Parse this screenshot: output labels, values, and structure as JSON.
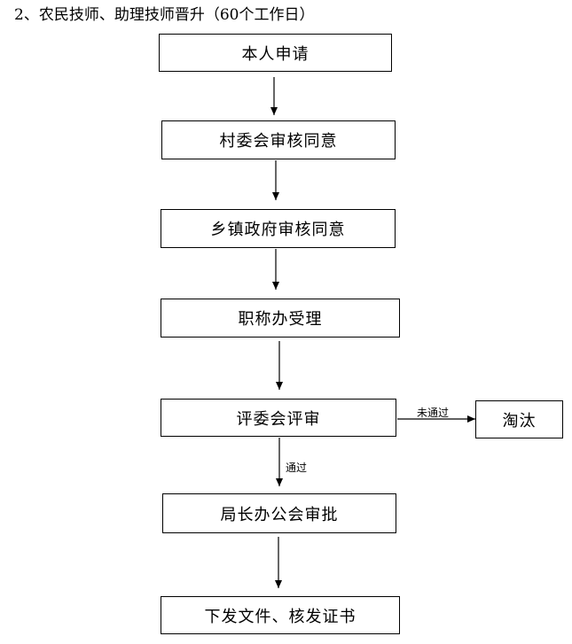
{
  "title": "2、农民技师、助理技师晋升（60个工作日）",
  "nodes": {
    "apply": "本人申请",
    "village": "村委会审核同意",
    "town": "乡镇政府审核同意",
    "office": "职称办受理",
    "committee": "评委会评审",
    "eliminate": "淘汰",
    "director": "局长办公会审批",
    "issue": "下发文件、核发证书"
  },
  "edges": {
    "fail_label": "未通过",
    "pass_label": "通过"
  }
}
